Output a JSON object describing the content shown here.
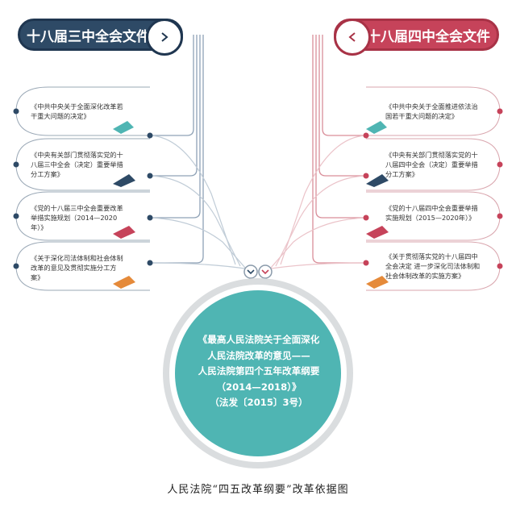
{
  "left_header": {
    "title": "十八届三中全会文件"
  },
  "right_header": {
    "title": "十八届四中全会文件"
  },
  "left_documents": [
    "《中共中央关于全面深化改革若干重大问题的决定》",
    "《中央有关部门贯彻落实党的十八届三中全会（决定）重要举措分工方案》",
    "《党的十八届三中全会重要改革举措实施规划（2014—2020年）》",
    "《关于深化司法体制和社会体制改革的意见及贯彻实施分工方案》"
  ],
  "right_documents": [
    "《中共中央关于全面推进依法治国若干重大问题的决定》",
    "《中央有关部门贯彻落实党的十八届四中全会（决定）重要举措分工方案》",
    "《党的十八届四中全会重要举措实施规划（2015—2020年）》",
    "《关于贯彻落实党的十八届四中全会决定 进一步深化司法体制和社会体制改革的实施方案》"
  ],
  "center": {
    "line1": "《最高人民法院关于全面深化",
    "line2": "人民法院改革的意见——",
    "line3": "人民法院第四个五年改革纲要",
    "line4": "（2014—2018）》",
    "line5": "（法发〔2015〕3号）"
  },
  "caption": "人民法院“四五改革纲要”改革依据图",
  "colors": {
    "navy": "#2e4a66",
    "red": "#c6435a",
    "teal": "#4fb5b3",
    "line_left": "#7f95ab",
    "line_right": "#d4838f"
  }
}
